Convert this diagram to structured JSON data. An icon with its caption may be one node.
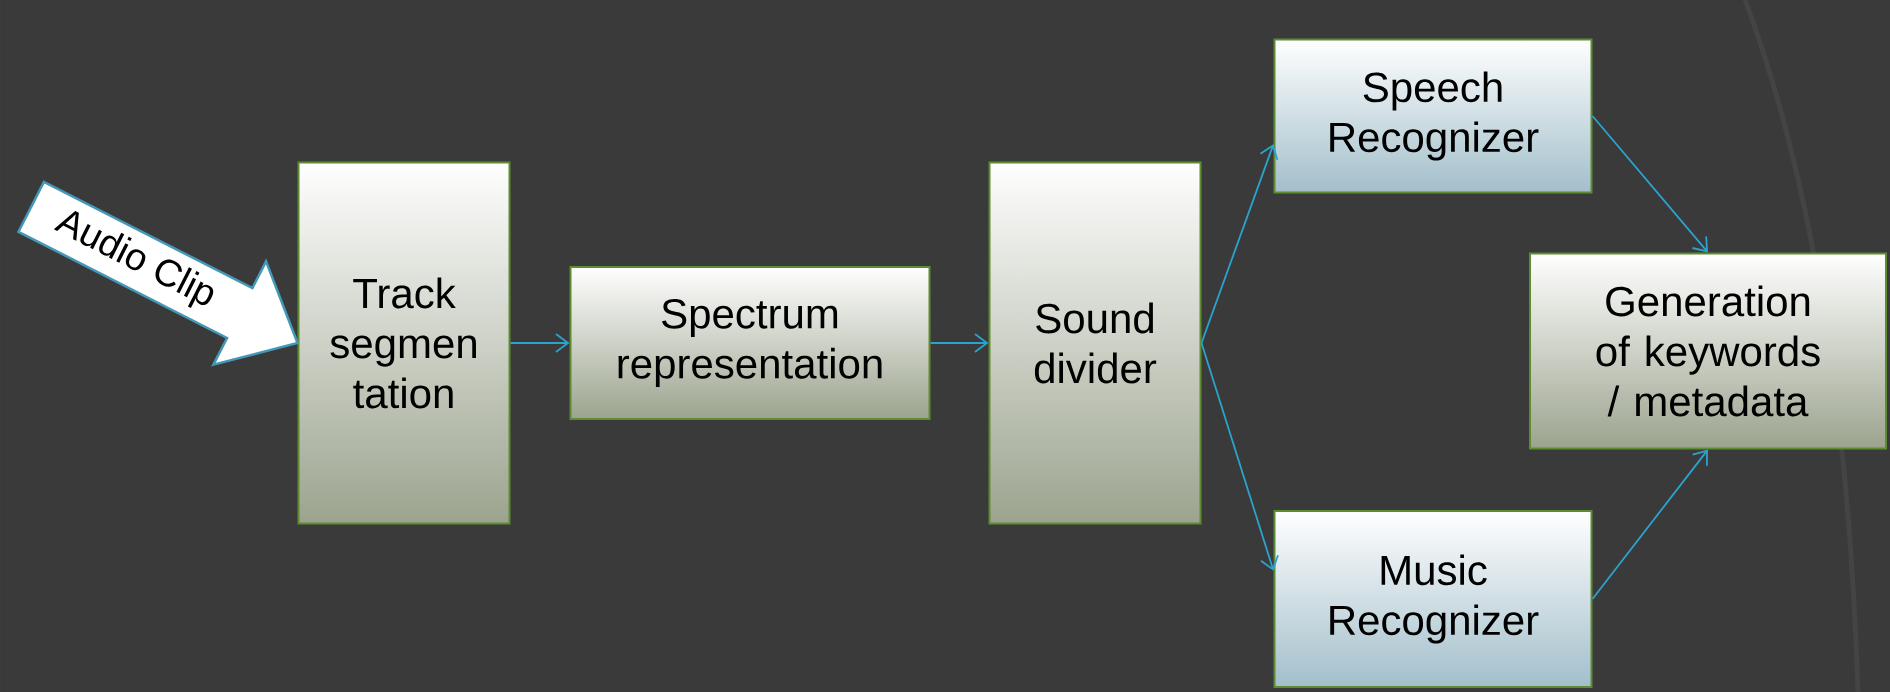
{
  "diagram": {
    "nodes": [
      {
        "text": [
          "Track segmen tation"
        ]
      },
      {
        "text": [
          "Spectrum representation"
        ]
      },
      {
        "text": [
          "Sound divider"
        ]
      },
      {
        "text": [
          "Speech Recognizer"
        ]
      },
      {
        "text": [
          "Music Recognizer"
        ]
      },
      {
        "text": [
          "Generation of keywords / metadata"
        ]
      }
    ],
    "edges": [
      {
        "from": null,
        "to": 0,
        "arrow": "to",
        "label": "Audio Clip"
      },
      {
        "from": 0,
        "to": 1,
        "arrow": "to"
      },
      {
        "from": 1,
        "to": 2,
        "arrow": "to"
      },
      {
        "from": 2,
        "to": 3,
        "arrow": "to"
      },
      {
        "from": 2,
        "to": 4,
        "arrow": "to"
      },
      {
        "from": 3,
        "to": 5,
        "arrow": "to"
      },
      {
        "from": 4,
        "to": 5,
        "arrow": "to"
      }
    ]
  }
}
